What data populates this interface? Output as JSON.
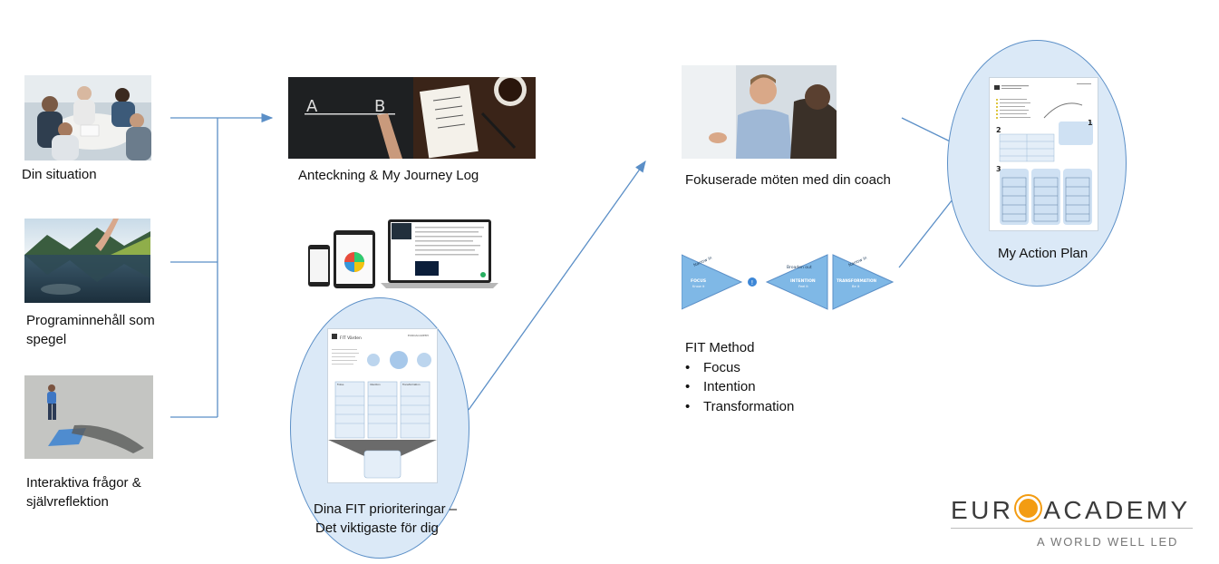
{
  "left_column": [
    {
      "label": "Din situation",
      "image": "meeting-photo"
    },
    {
      "label": "Programinnehåll som spegel",
      "image": "lake-reflection-photo"
    },
    {
      "label": "Interaktiva frågor & självreflektion",
      "image": "person-shadow-photo"
    }
  ],
  "journey": {
    "label": "Anteckning  & My Journey Log",
    "chalk_a": "A",
    "chalk_b": "B"
  },
  "priorities": {
    "label_line1": "Dina FIT prioriteringar –",
    "label_line2": "Det viktigaste för dig",
    "doc_title": "FIT Värden",
    "doc_brand": "EUROACADEMY",
    "col_headers": [
      "Fokus",
      "Intention",
      "Transformation"
    ]
  },
  "coach": {
    "label": "Fokuserade möten med din coach"
  },
  "fit_method": {
    "title": "FIT Method",
    "items": [
      "Focus",
      "Intention",
      "Transformation"
    ],
    "triangles": [
      {
        "top": "Narrow in",
        "name": "FOCUS",
        "sub": "Know it"
      },
      {
        "top": "Broaden out",
        "name": "INTENTION",
        "sub": "Feel it"
      },
      {
        "top": "Narrow in",
        "name": "TRANSFORMATION",
        "sub": "Be it"
      }
    ],
    "center_mark": "!"
  },
  "action_plan": {
    "label": "My Action Plan",
    "step_numbers": [
      "1",
      "2",
      "3"
    ]
  },
  "logo": {
    "main_left": "EUR",
    "main_right": "ACADEMY",
    "tagline": "A WORLD WELL LED"
  },
  "colors": {
    "accent": "#5b8fc7",
    "ellipse_fill": "#dbe9f7",
    "triangle_fill": "#7fb8e6",
    "logo_orange": "#f39c12"
  }
}
